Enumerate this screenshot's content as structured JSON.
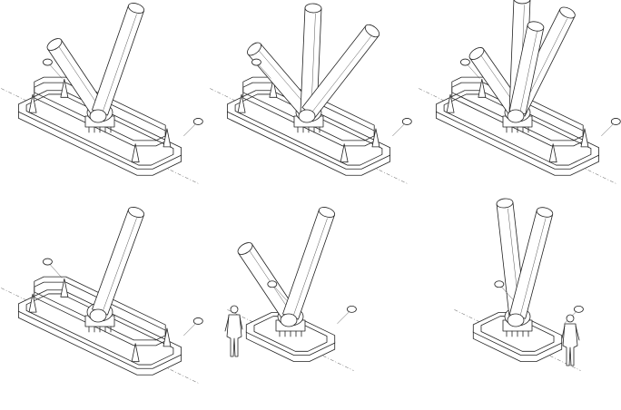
{
  "drawing": {
    "panels": [
      {
        "id": "view-1",
        "tubes": 2,
        "rail": true,
        "figure": "none"
      },
      {
        "id": "view-2",
        "tubes": 3,
        "rail": true,
        "figure": "none"
      },
      {
        "id": "view-3",
        "tubes": 4,
        "rail": true,
        "figure": "none"
      },
      {
        "id": "view-4",
        "tubes": 1,
        "rail": true,
        "figure": "none"
      },
      {
        "id": "view-5",
        "tubes": 2,
        "rail": false,
        "figure": "left"
      },
      {
        "id": "view-6",
        "tubes": 2,
        "rail": false,
        "figure": "right",
        "upright": true
      }
    ],
    "line_color": "#222222",
    "background": "#ffffff"
  }
}
